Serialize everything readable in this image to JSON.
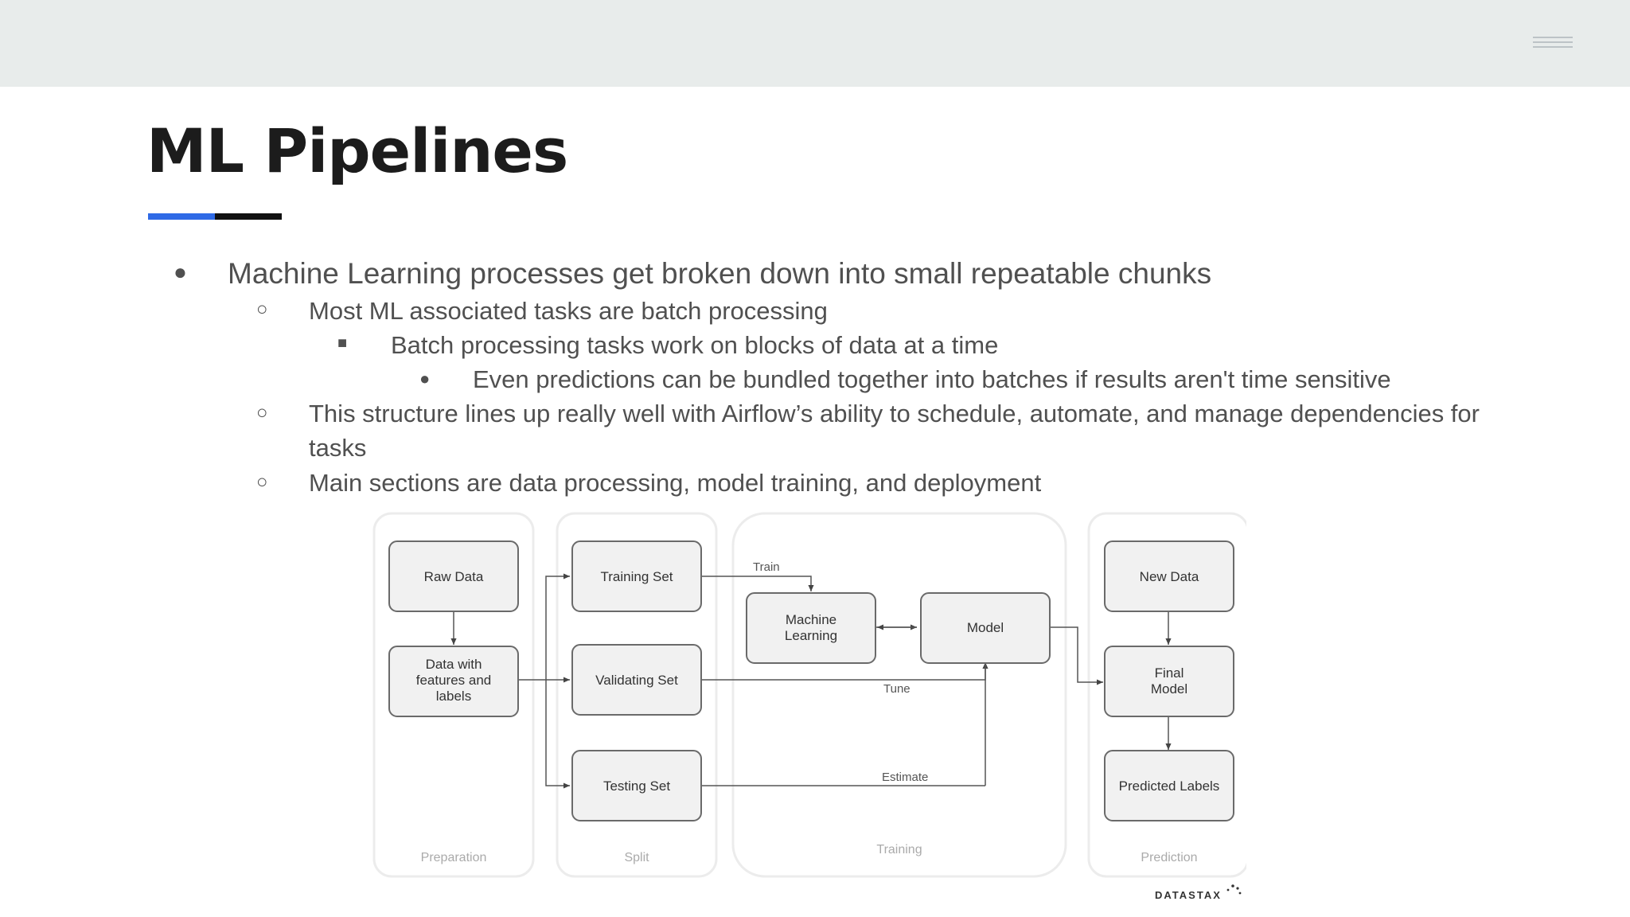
{
  "slide": {
    "title": "ML Pipelines",
    "bullets": [
      {
        "level": 1,
        "marker": "●",
        "text": "Machine Learning processes get broken down into small repeatable chunks"
      },
      {
        "level": 2,
        "marker": "○",
        "text": "Most ML associated tasks are batch processing"
      },
      {
        "level": 3,
        "marker": "■",
        "text": "Batch processing tasks work on blocks of data at a time"
      },
      {
        "level": 4,
        "marker": "●",
        "text": "Even predictions can be bundled together into batches if results aren't time sensitive"
      },
      {
        "level": 2,
        "marker": "○",
        "text_line1": "This structure lines up really well with Airflow’s ability to schedule, automate, and manage dependencies for",
        "text_line2": "tasks"
      },
      {
        "level": 2,
        "marker": "○",
        "text": "Main sections are data processing, model training, and deployment"
      }
    ]
  },
  "diagram": {
    "nodes": {
      "raw_data": "Raw Data",
      "data_features_1": "Data with",
      "data_features_2": "features and",
      "data_features_3": "labels",
      "training_set": "Training Set",
      "validating_set": "Validating Set",
      "testing_set": "Testing Set",
      "machine_learning_1": "Machine",
      "machine_learning_2": "Learning",
      "model": "Model",
      "new_data": "New Data",
      "final_model_1": "Final",
      "final_model_2": "Model",
      "predicted_labels": "Predicted Labels"
    },
    "edge_labels": {
      "train": "Train",
      "tune": "Tune",
      "estimate": "Estimate"
    },
    "sections": {
      "preparation": "Preparation",
      "split": "Split",
      "training": "Training",
      "prediction": "Prediction"
    },
    "logo": "DATASTAX"
  },
  "colors": {
    "topbar": "#e8eceb",
    "accent_blue": "#2f6ae6",
    "title": "#1c1c1c",
    "body_text": "#505050"
  },
  "icons": {
    "menu": "hamburger-menu-icon"
  }
}
